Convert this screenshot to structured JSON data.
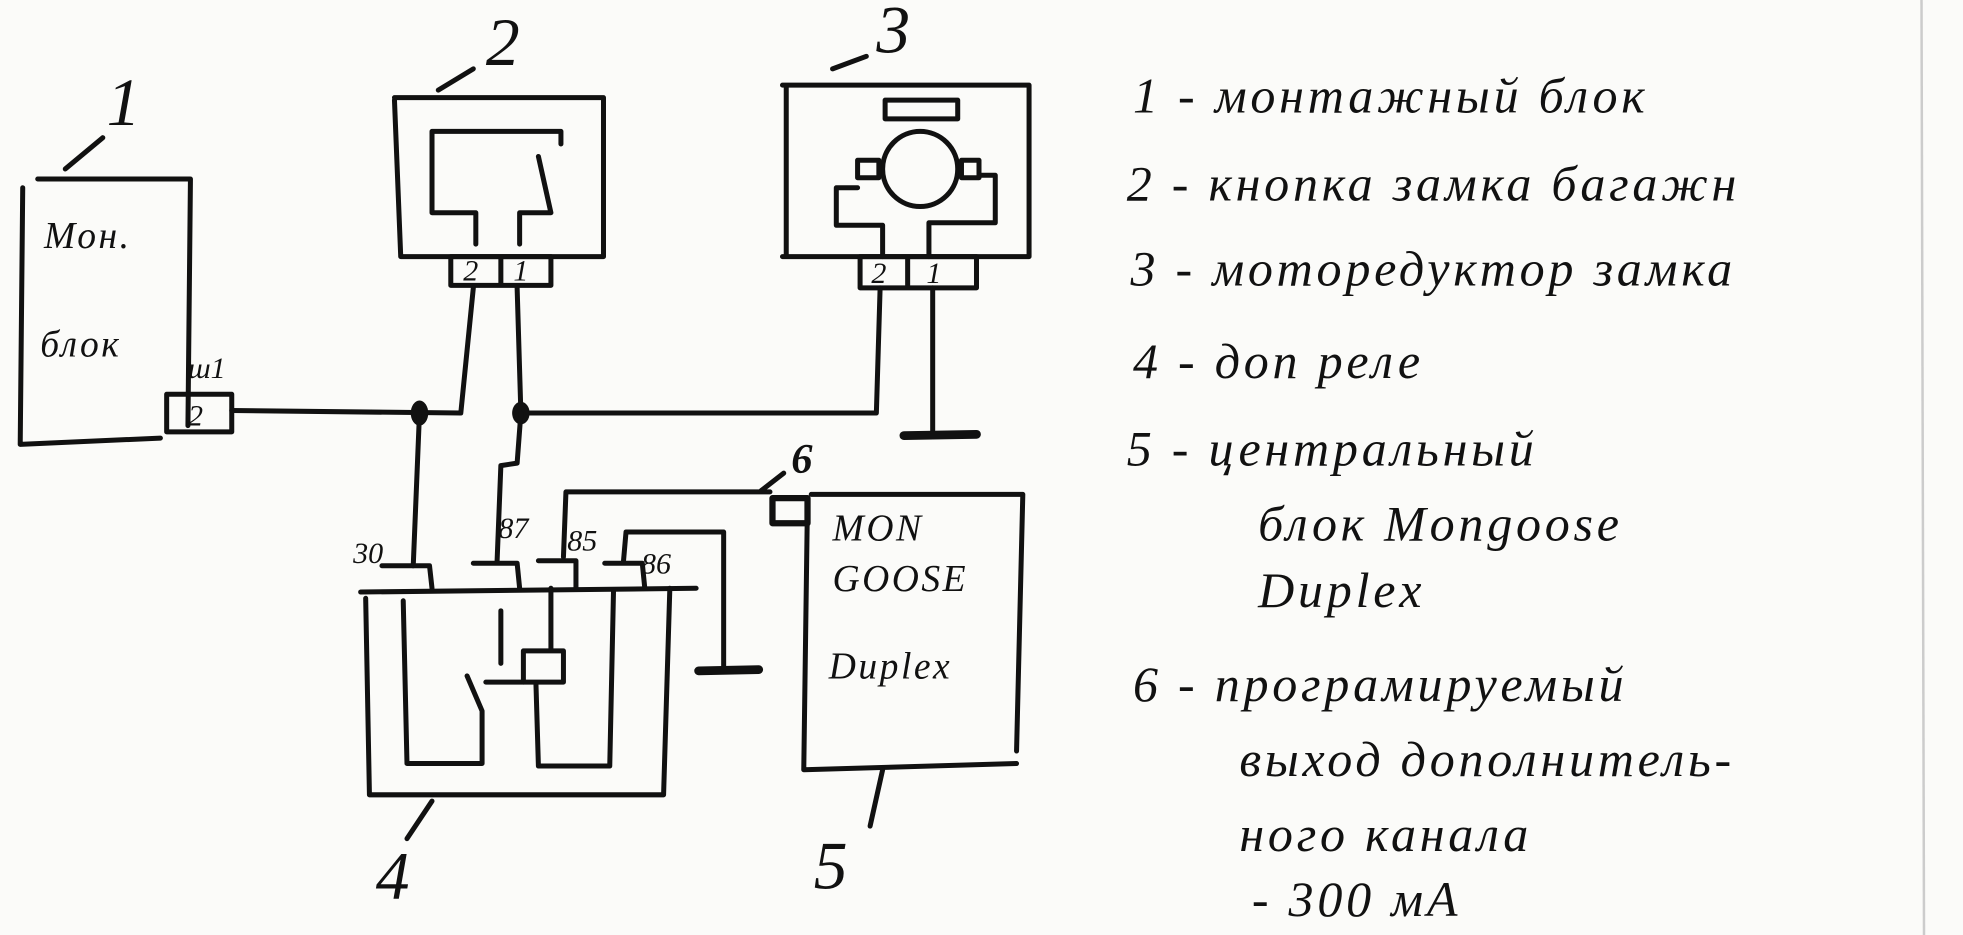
{
  "diagram": {
    "components": {
      "mount_block": {
        "number": "1",
        "line1": "Мон.",
        "line2": "блок",
        "connector_label": "ш1",
        "pin": "2"
      },
      "trunk_button": {
        "number": "2",
        "pins": [
          "2",
          "1"
        ]
      },
      "lock_motor": {
        "number": "3",
        "pins": [
          "2",
          "1"
        ]
      },
      "relay": {
        "number": "4",
        "pins": [
          "30",
          "87",
          "85",
          "86"
        ]
      },
      "mongoose": {
        "number": "5",
        "line1": "MON",
        "line2": "GOOSE",
        "line3": "Duplex"
      },
      "output": {
        "number": "6"
      }
    },
    "legend": [
      {
        "num": "1",
        "lines": [
          "- монтажный блок"
        ]
      },
      {
        "num": "2",
        "lines": [
          "- кнопка замка багажн"
        ]
      },
      {
        "num": "3",
        "lines": [
          "- моторедуктор замка"
        ]
      },
      {
        "num": "4",
        "lines": [
          "- доп реле"
        ]
      },
      {
        "num": "5",
        "lines": [
          "- центральный",
          "блок  Mongoose",
          "Duplex"
        ]
      },
      {
        "num": "6",
        "lines": [
          "- програмируемый",
          "выход  дополнитель-",
          "ного канала",
          "- 300 мА"
        ]
      }
    ],
    "ink_color": "#111111",
    "paper_color": "#fbfbf9"
  }
}
